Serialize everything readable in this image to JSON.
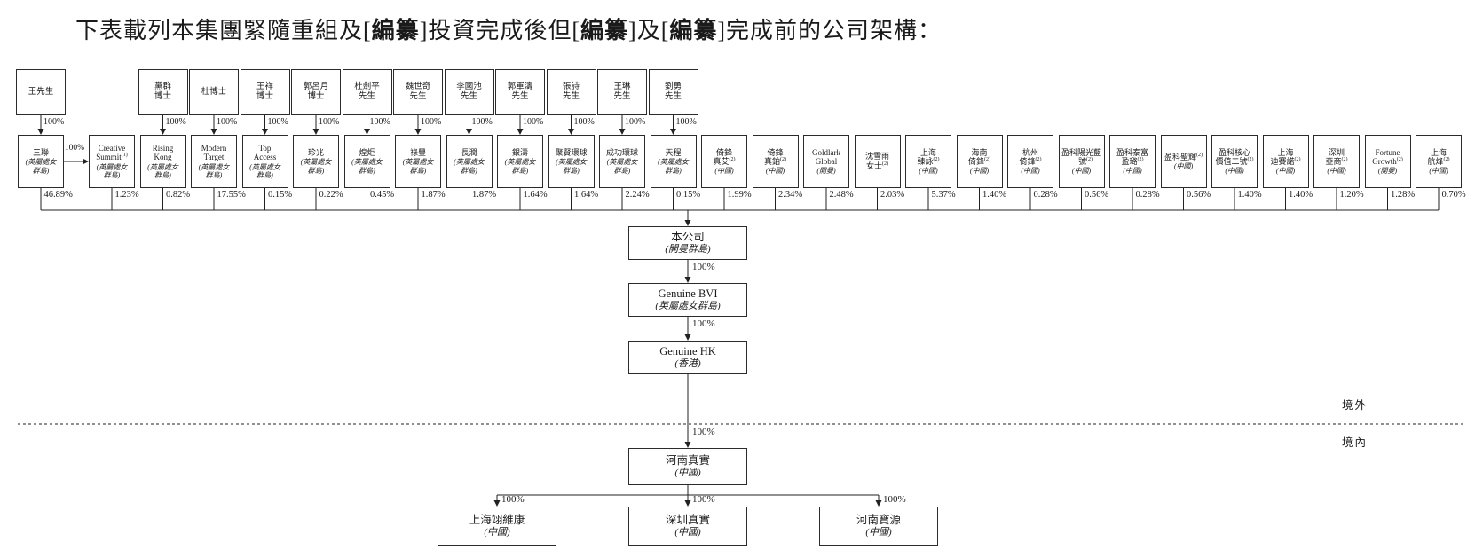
{
  "title": {
    "segments": [
      {
        "t": "下表載列本集團緊隨重組及[",
        "b": false
      },
      {
        "t": "編纂",
        "b": true
      },
      {
        "t": "]投資完成後但[",
        "b": false
      },
      {
        "t": "編纂",
        "b": true
      },
      {
        "t": "]及[",
        "b": false
      },
      {
        "t": "編纂",
        "b": true
      },
      {
        "t": "]完成前的公司架構：",
        "b": false
      }
    ]
  },
  "labels": {
    "pct100": "100%",
    "offshore": "境外",
    "onshore": "境內"
  },
  "persons": [
    {
      "name": "王先生",
      "owns": 0
    },
    {
      "name": "黨群\n博士",
      "owns": 2
    },
    {
      "name": "杜博士",
      "owns": 3
    },
    {
      "name": "王祥\n博士",
      "owns": 4
    },
    {
      "name": "郭呂月\n博士",
      "owns": 5
    },
    {
      "name": "杜劍平\n先生",
      "owns": 6
    },
    {
      "name": "魏世奇\n先生",
      "owns": 7
    },
    {
      "name": "李國池\n先生",
      "owns": 8
    },
    {
      "name": "郭軍濤\n先生",
      "owns": 9
    },
    {
      "name": "張詩\n先生",
      "owns": 10
    },
    {
      "name": "王琳\n先生",
      "owns": 11
    },
    {
      "name": "劉勇\n先生",
      "owns": 12
    }
  ],
  "special_link": {
    "from": "三聯",
    "to": "Creative Summit",
    "label": "100%"
  },
  "shareholders": [
    {
      "name": "三聯",
      "sup": "",
      "region": "(英屬處女\n群島)",
      "percent": "46.89%"
    },
    {
      "name": "Creative\nSummit",
      "sup": "(1)",
      "region": "(英屬處女\n群島)",
      "percent": "1.23%"
    },
    {
      "name": "Rising\nKong",
      "sup": "",
      "region": "(英屬處女\n群島)",
      "percent": "0.82%"
    },
    {
      "name": "Modern\nTarget",
      "sup": "",
      "region": "(英屬處女\n群島)",
      "percent": "17.55%"
    },
    {
      "name": "Top\nAccess",
      "sup": "",
      "region": "(英屬處女\n群島)",
      "percent": "0.15%"
    },
    {
      "name": "珍兆",
      "sup": "",
      "region": "(英屬處女\n群島)",
      "percent": "0.22%"
    },
    {
      "name": "煌炬",
      "sup": "",
      "region": "(英屬處女\n群島)",
      "percent": "0.45%"
    },
    {
      "name": "祿豐",
      "sup": "",
      "region": "(英屬處女\n群島)",
      "percent": "1.87%"
    },
    {
      "name": "長潤",
      "sup": "",
      "region": "(英屬處女\n群島)",
      "percent": "1.87%"
    },
    {
      "name": "銀濤",
      "sup": "",
      "region": "(英屬處女\n群島)",
      "percent": "1.64%"
    },
    {
      "name": "聚賢環球",
      "sup": "",
      "region": "(英屬處女\n群島)",
      "percent": "1.64%"
    },
    {
      "name": "成功環球",
      "sup": "",
      "region": "(英屬處女\n群島)",
      "percent": "2.24%"
    },
    {
      "name": "天程",
      "sup": "",
      "region": "(英屬處女\n群島)",
      "percent": "0.15%"
    },
    {
      "name": "倚鋒\n真艾",
      "sup": "(2)",
      "region": "(中國)",
      "percent": "1.99%"
    },
    {
      "name": "倚鋒\n真鉑",
      "sup": "(2)",
      "region": "(中國)",
      "percent": "2.34%"
    },
    {
      "name": "Goldlark\nGlobal",
      "sup": "",
      "region": "(開曼)",
      "percent": "2.48%"
    },
    {
      "name": "沈雪雨\n女士",
      "sup": "(2)",
      "region": "",
      "percent": "2.03%"
    },
    {
      "name": "上海\n臻詠",
      "sup": "(2)",
      "region": "(中國)",
      "percent": "5.37%"
    },
    {
      "name": "海南\n倚鋒",
      "sup": "(2)",
      "region": "(中國)",
      "percent": "1.40%"
    },
    {
      "name": "杭州\n倚鋒",
      "sup": "(2)",
      "region": "(中國)",
      "percent": "0.28%"
    },
    {
      "name": "盈科陽光藍\n一號",
      "sup": "(2)",
      "region": "(中國)",
      "percent": "0.56%"
    },
    {
      "name": "盈科泰富\n盈璐",
      "sup": "(2)",
      "region": "(中國)",
      "percent": "0.28%"
    },
    {
      "name": "盈科聖輝",
      "sup": "(2)",
      "region": "(中國)",
      "percent": "0.56%"
    },
    {
      "name": "盈科核心\n價值二號",
      "sup": "(2)",
      "region": "(中國)",
      "percent": "1.40%"
    },
    {
      "name": "上海\n迪賽諾",
      "sup": "(2)",
      "region": "(中國)",
      "percent": "1.40%"
    },
    {
      "name": "深圳\n亞商",
      "sup": "(2)",
      "region": "(中國)",
      "percent": "1.20%"
    },
    {
      "name": "Fortune\nGrowth",
      "sup": "(2)",
      "region": "(開曼)",
      "percent": "1.28%"
    },
    {
      "name": "上海\n航烽",
      "sup": "(2)",
      "region": "(中國)",
      "percent": "0.70%"
    }
  ],
  "center": {
    "company": {
      "name": "本公司",
      "region": "(開曼群島)"
    },
    "bvi": {
      "name": "Genuine BVI",
      "region": "(英屬處女群島)"
    },
    "hk": {
      "name": "Genuine HK",
      "region": "(香港)"
    },
    "henan": {
      "name": "河南真實",
      "region": "(中國)"
    }
  },
  "subsidiaries": [
    {
      "name": "上海翊維康",
      "region": "(中國)",
      "percent": "100%"
    },
    {
      "name": "深圳真實",
      "region": "(中國)",
      "percent": "100%"
    },
    {
      "name": "河南寶源",
      "region": "(中國)",
      "percent": "100%"
    }
  ]
}
